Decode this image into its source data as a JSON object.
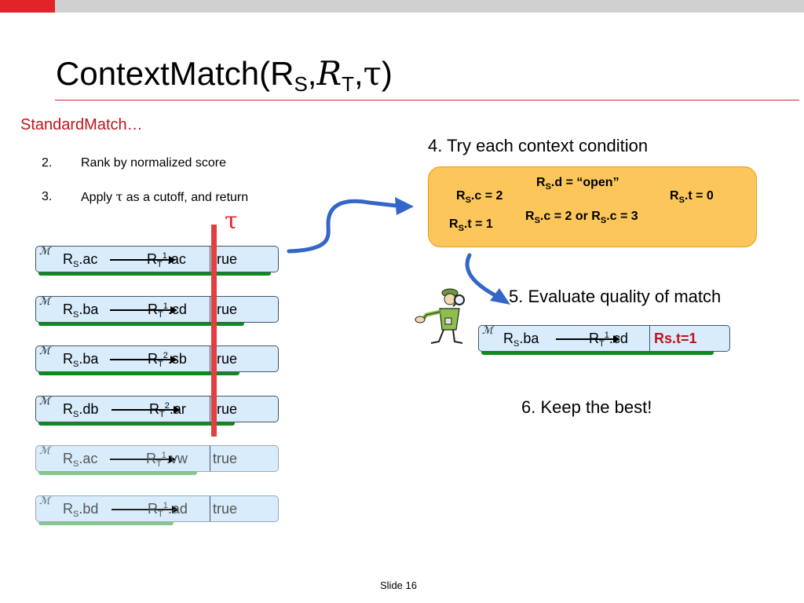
{
  "colors": {
    "accent_red": "#e2232a",
    "arrow_blue": "#3465c8",
    "box_fill": "#d8ecfb",
    "bar_green": "#0d8a1c",
    "ctx_fill": "#fcc65a"
  },
  "title": {
    "main": "ContextMatch(R",
    "sub1": "S",
    "sep1": ",",
    "script": "R",
    "sub2": "T",
    "sep2": ",",
    "tau": "τ",
    "close": ")"
  },
  "subheading": "StandardMatch…",
  "steps": [
    {
      "num": "2.",
      "text": "Rank by normalized score"
    },
    {
      "num": "3.",
      "pre": "Apply ",
      "tau": "τ",
      "post": " as a cutoff, and return"
    }
  ],
  "cutoff_label": "τ",
  "matches": [
    {
      "icon": "ℳ",
      "src": "R",
      "src_sub": "S",
      "src_attr": ".ac",
      "tgt": "R",
      "tgt_sub": "T",
      "tgt_sup": "1",
      "tgt_attr": ".ac",
      "value": "true"
    },
    {
      "icon": "ℳ",
      "src": "R",
      "src_sub": "S",
      "src_attr": ".ba",
      "tgt": "R",
      "tgt_sub": "T",
      "tgt_sup": "1",
      "tgt_attr": ".cd",
      "value": "true"
    },
    {
      "icon": "ℳ",
      "src": "R",
      "src_sub": "S",
      "src_attr": ".ba",
      "tgt": "R",
      "tgt_sub": "T",
      "tgt_sup": "2",
      "tgt_attr": ".sb",
      "value": "true"
    },
    {
      "icon": "ℳ",
      "src": "R",
      "src_sub": "S",
      "src_attr": ".db",
      "tgt": "R",
      "tgt_sub": "T",
      "tgt_sup": "2",
      "tgt_attr": ".ar",
      "value": "true"
    },
    {
      "icon": "ℳ",
      "src": "R",
      "src_sub": "S",
      "src_attr": ".ac",
      "tgt": "R",
      "tgt_sub": "T",
      "tgt_sup": "1",
      "tgt_attr": ".vw",
      "value": "true"
    },
    {
      "icon": "ℳ",
      "src": "R",
      "src_sub": "S",
      "src_attr": ".bd",
      "tgt": "R",
      "tgt_sub": "T",
      "tgt_sup": "1",
      "tgt_attr": ".ad",
      "value": "true"
    }
  ],
  "step4": "4. Try each context condition",
  "conditions": {
    "d_open": {
      "r": "R",
      "sub": "S",
      "text": ".d = “open”"
    },
    "c2": {
      "r": "R",
      "sub": "S",
      "text": ".c = 2"
    },
    "t0": {
      "r": "R",
      "sub": "S",
      "text": ".t = 0"
    },
    "c2or3": {
      "r1": "R",
      "sub1": "S",
      "text1": ".c = 2 or ",
      "r2": "R",
      "sub2": "S",
      "text2": ".c = 3"
    },
    "t1": {
      "r": "R",
      "sub": "S",
      "text": ".t = 1"
    }
  },
  "step5": "5. Evaluate quality of match",
  "evaluated": {
    "icon": "ℳ",
    "src": "R",
    "src_sub": "S",
    "src_attr": ".ba",
    "tgt": "R",
    "tgt_sub": "T",
    "tgt_sup": "1",
    "tgt_attr": ".cd",
    "value": "Rs.t=1"
  },
  "step6": "6. Keep the best!",
  "footer": {
    "slide": "Slide 16"
  }
}
